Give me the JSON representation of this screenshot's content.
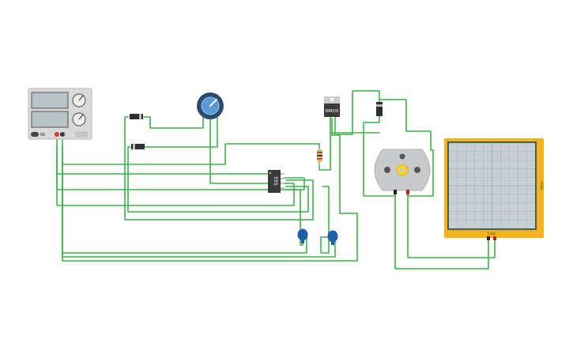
{
  "colors": {
    "wire": "#3cb44b",
    "chip": "#3a3a3a",
    "potentiometer_ring": "#2c4a6b",
    "potentiometer_knob": "#5b9bd5",
    "capacitor": "#1f5fa6",
    "oscilloscope_frame": "#f2b21b",
    "oscilloscope_screen": "#c5ced1",
    "motor_body": "#c8cacb",
    "motor_gear": "#f4d13a",
    "resistor_body": "#d9b77a",
    "power_supply_body": "#d9d9d9"
  },
  "components": {
    "timer_ic": {
      "label": "555"
    },
    "mosfet": {
      "label": "NMOS"
    },
    "oscilloscope": {
      "side_label": "V/div",
      "bottom_label": "T/div"
    }
  }
}
